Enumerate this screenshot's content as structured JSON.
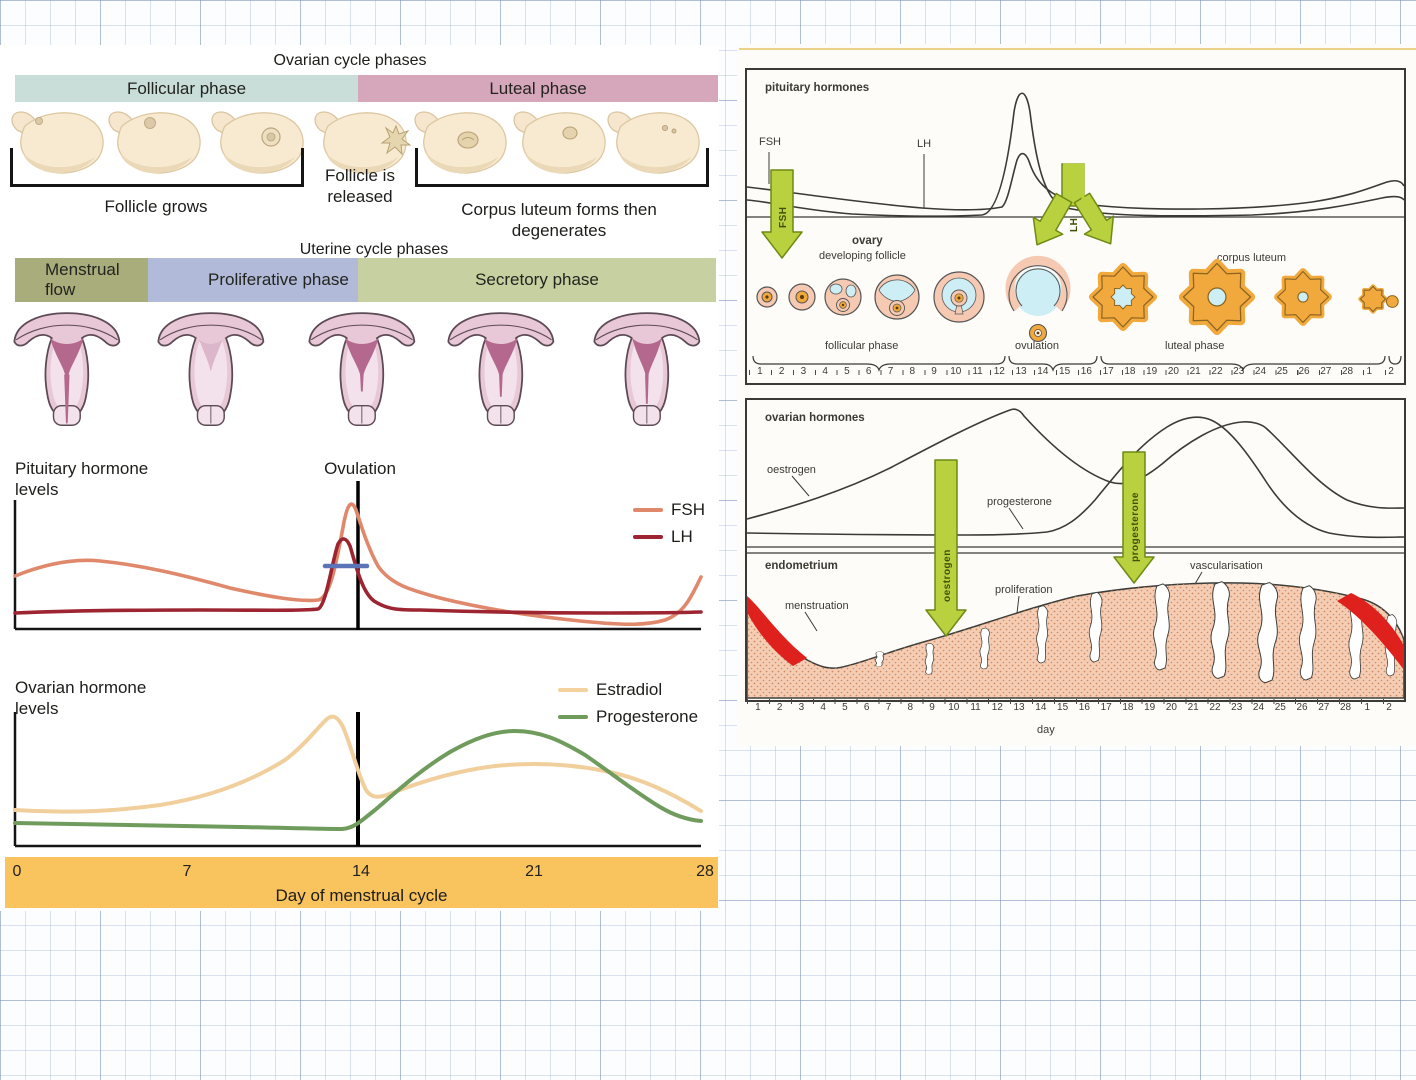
{
  "left_figure": {
    "ovarian_cycle": {
      "title": "Ovarian cycle phases",
      "follicular_label": "Follicular phase",
      "luteal_label": "Luteal phase",
      "follicular_color": "#c9ded8",
      "luteal_color": "#d6a6bb",
      "follicle_grows": "Follicle grows",
      "follicle_released": "Follicle is released",
      "corpus_luteum": "Corpus luteum forms then degenerates"
    },
    "uterine_cycle": {
      "title": "Uterine cycle phases",
      "menstrual_label": "Menstrual flow",
      "proliferative_label": "Proliferative phase",
      "secretory_label": "Secretory phase",
      "menstrual_color": "#a9ad7c",
      "proliferative_color": "#b1bad8",
      "secretory_color": "#c7d0a0"
    },
    "pituitary_chart": {
      "title": "Pituitary hormone levels",
      "ovulation_label": "Ovulation",
      "legend": {
        "fsh": "FSH",
        "lh": "LH"
      },
      "fsh_color": "#e0886b",
      "lh_color": "#9c2531",
      "marker_color": "#5b74b8"
    },
    "ovarian_chart": {
      "title": "Ovarian hormone levels",
      "legend": {
        "estradiol": "Estradiol",
        "progesterone": "Progesterone"
      },
      "estradiol_color": "#f3d2a0",
      "progesterone_color": "#6f9b5c"
    },
    "day_axis": {
      "ticks": [
        "0",
        "7",
        "14",
        "21",
        "28"
      ],
      "label": "Day of menstrual cycle",
      "band_color": "#f9c35d"
    }
  },
  "right_figure": {
    "pituitary_panel": {
      "title": "pituitary hormones",
      "fsh_label": "FSH",
      "lh_label": "LH",
      "fsh_arrow_label": "FSH",
      "lh_arrow_label": "LH"
    },
    "ovary_panel": {
      "title": "ovary",
      "subtitle": "developing follicle",
      "corpus_luteum_label": "corpus luteum",
      "follicular_label": "follicular phase",
      "ovulation_label": "ovulation",
      "luteal_label": "luteal phase"
    },
    "hormone_panel": {
      "title": "ovarian hormones",
      "oestrogen_label": "oestrogen",
      "progesterone_label": "progesterone",
      "oestrogen_arrow_label": "oestrogen",
      "progesterone_arrow_label": "progesterone"
    },
    "endometrium_panel": {
      "title": "endometrium",
      "menstruation_label": "menstruation",
      "proliferation_label": "proliferation",
      "vascularisation_label": "vascularisation",
      "axis_label": "day"
    },
    "day_ticks": [
      "1",
      "2",
      "3",
      "4",
      "5",
      "6",
      "7",
      "8",
      "9",
      "10",
      "11",
      "12",
      "13",
      "14",
      "15",
      "16",
      "17",
      "18",
      "19",
      "20",
      "21",
      "22",
      "23",
      "24",
      "25",
      "26",
      "27",
      "28",
      "1",
      "2"
    ],
    "arrow_color": "#bad13f",
    "corpus_luteum_color": "#f1a83c",
    "follicle_blue": "#cdeef5",
    "endometrium_color": "#f5cdb4",
    "menstruation_color": "#de211c"
  },
  "chart_data": [
    {
      "type": "line",
      "title": "Pituitary hormone levels",
      "xlabel": "Day of menstrual cycle",
      "ylabel": "Pituitary hormone levels",
      "x": [
        0,
        2,
        4,
        6,
        8,
        10,
        12,
        13,
        13.5,
        14,
        15,
        16,
        18,
        20,
        22,
        24,
        26,
        28
      ],
      "series": [
        {
          "name": "FSH",
          "values": [
            40,
            46,
            48,
            44,
            37,
            28,
            22,
            55,
            98,
            80,
            45,
            36,
            28,
            22,
            16,
            12,
            14,
            40
          ]
        },
        {
          "name": "LH",
          "values": [
            13,
            13,
            13,
            13,
            13,
            14,
            18,
            55,
            70,
            40,
            18,
            15,
            14,
            13,
            13,
            13,
            13,
            13
          ]
        }
      ],
      "annotations": [
        "Ovulation at day 14"
      ],
      "legend_position": "upper right",
      "grid": false,
      "xlim": [
        0,
        28
      ]
    },
    {
      "type": "line",
      "title": "Ovarian hormone levels",
      "xlabel": "Day of menstrual cycle",
      "ylabel": "Ovarian hormone levels",
      "x": [
        0,
        2,
        4,
        6,
        8,
        10,
        12,
        13,
        14,
        14.5,
        16,
        18,
        20,
        21,
        23,
        25,
        27,
        28
      ],
      "series": [
        {
          "name": "Estradiol",
          "values": [
            28,
            28,
            30,
            34,
            42,
            55,
            78,
            95,
            70,
            38,
            44,
            55,
            61,
            62,
            58,
            48,
            34,
            28
          ]
        },
        {
          "name": "Progesterone",
          "values": [
            15,
            14,
            13,
            13,
            12,
            12,
            12,
            12,
            14,
            20,
            40,
            72,
            86,
            88,
            78,
            52,
            24,
            17
          ]
        }
      ],
      "annotations": [
        "Ovulation at day 14"
      ],
      "legend_position": "upper right",
      "grid": false,
      "xlim": [
        0,
        28
      ]
    },
    {
      "type": "line",
      "title": "pituitary hormones (right scan)",
      "x": [
        1,
        5,
        9,
        12,
        13,
        14,
        17,
        21,
        25,
        28
      ],
      "series": [
        {
          "name": "FSH",
          "values": [
            42,
            30,
            25,
            35,
            55,
            30,
            25,
            28,
            38,
            40
          ]
        },
        {
          "name": "LH",
          "values": [
            35,
            28,
            25,
            45,
            95,
            35,
            25,
            26,
            30,
            33
          ]
        }
      ]
    },
    {
      "type": "line",
      "title": "ovarian hormones (right scan)",
      "x": [
        1,
        5,
        9,
        12,
        13,
        15,
        17,
        21,
        23,
        26,
        28
      ],
      "series": [
        {
          "name": "oestrogen",
          "values": [
            18,
            28,
            52,
            88,
            80,
            45,
            38,
            70,
            78,
            45,
            35
          ]
        },
        {
          "name": "progesterone",
          "values": [
            8,
            8,
            8,
            9,
            10,
            25,
            55,
            90,
            80,
            40,
            12
          ]
        }
      ]
    }
  ]
}
